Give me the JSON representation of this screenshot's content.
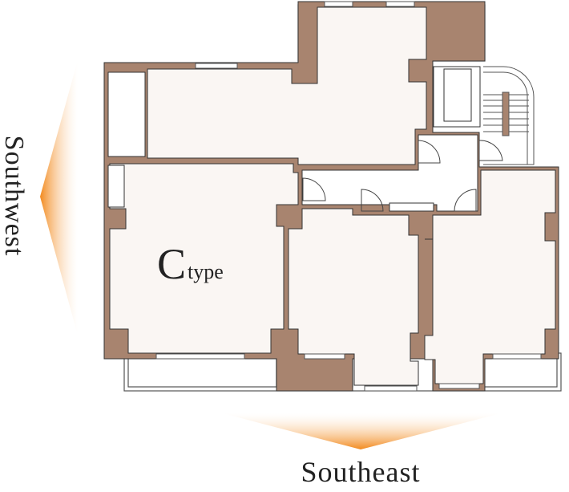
{
  "plan": {
    "unit_label_letter": "C",
    "unit_label_word": "type",
    "direction_left": "Southwest",
    "direction_bottom": "Southeast"
  },
  "colors": {
    "wall": "#a8846f",
    "room": "#faf6f3",
    "arrow": "#f28a1e",
    "outline": "#444444"
  }
}
